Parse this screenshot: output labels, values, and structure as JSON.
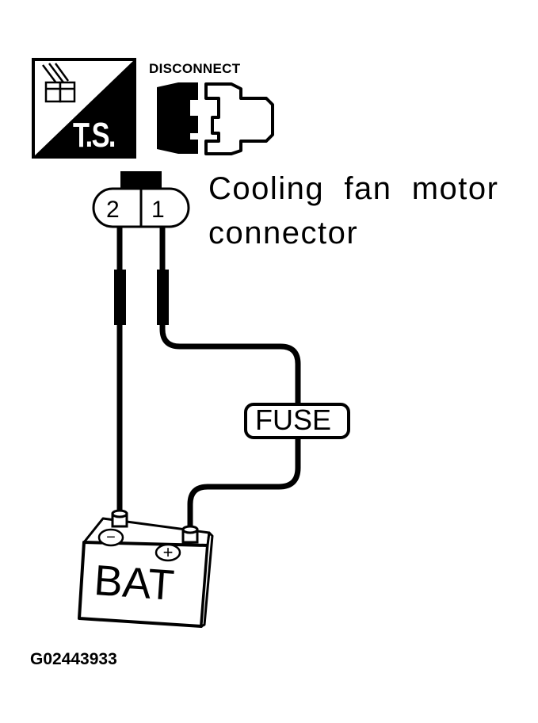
{
  "disconnect_text": "DISCONNECT",
  "ts_text": "T.S.",
  "connector_label": {
    "line1": "Cooling  fan  motor",
    "line2": "connector"
  },
  "pins": {
    "pin_left": "2",
    "pin_right": "1"
  },
  "fuse_text": "FUSE",
  "battery_text": "BAT",
  "battery_neg_symbol": "−",
  "battery_pos_symbol": "+",
  "figure_id": "G02443933"
}
